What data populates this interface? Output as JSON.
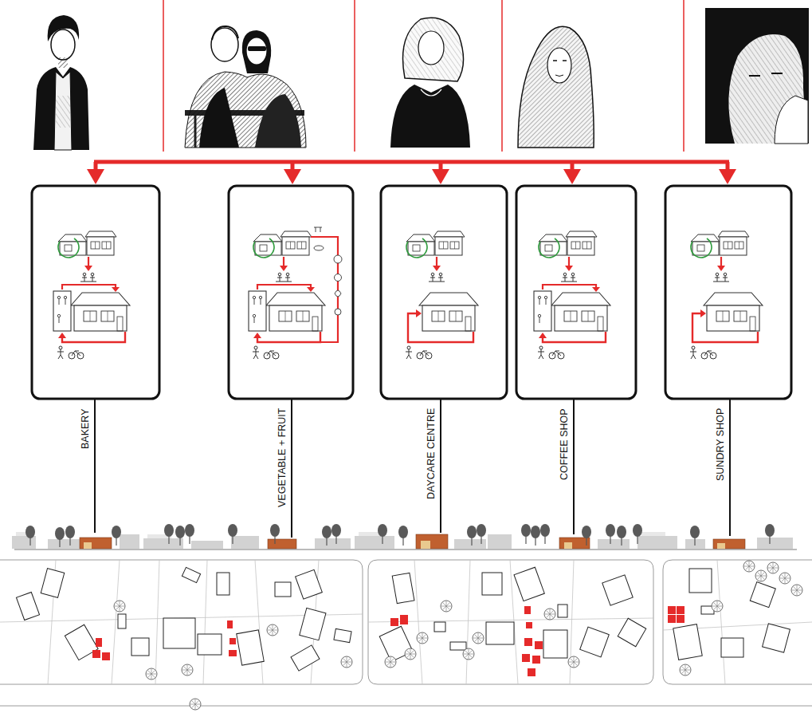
{
  "diagram": {
    "labels": [
      "BAKERY",
      "VEGETABLE + FRUIT",
      "DAYCARE CENTRE",
      "COFFEE SHOP",
      "SUNDRY SHOP"
    ]
  }
}
